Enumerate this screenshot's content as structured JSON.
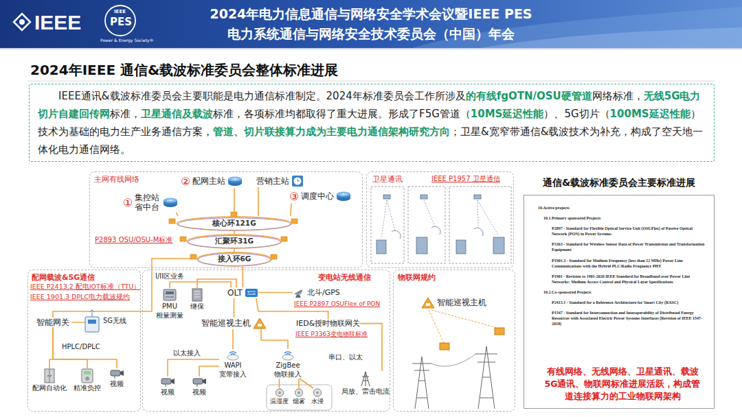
{
  "diagram": {
    "title": "2024年IEEE 通信&载波标准委员会整体标准进展",
    "nodes": [
      {
        "text": [
          "IEEE通讯&载波标准委员会主要职能是电力通信标准制定。2024年标准委员会工作所涉及",
          "的有线fgOTN/OSU硬管道",
          "网络标准，",
          "无线5G电力切片自建回传网",
          "标准，",
          "卫星通信及载波",
          "标准，各项标准均都取得了重大进展。形成了F5G管道（",
          "10MS延迟性能",
          "）、5G切片（",
          "100MS延迟性能",
          "）技术为基础的电力生产业务通信方案，",
          "管道、切片联接算力成为主要电力通信架构研究方向",
          "；卫星&宽窄带通信&载波技术为补充，构成了空天地一体化电力通信网络。"
        ]
      },
      {
        "text": [
          "主网有线网络"
        ]
      },
      {
        "text": [
          "①",
          "集控站 省中台"
        ],
        "in": 1
      },
      {
        "text": [
          "②",
          "配网主站"
        ],
        "in": 1
      },
      {
        "text": [
          "营销主站"
        ],
        "in": 1
      },
      {
        "text": [
          "③",
          "调度中心"
        ],
        "in": 1
      },
      {
        "text": [
          "核心环121G"
        ],
        "in": 1
      },
      {
        "text": [
          "汇聚环31G"
        ],
        "in": 1
      },
      {
        "text": [
          "接入环6G"
        ],
        "in": 1
      },
      {
        "text": [
          "卫星通讯"
        ]
      },
      {
        "text": [
          "配网载波&5G通信"
        ]
      },
      {
        "text": [
          "智能网关"
        ],
        "in": 10
      },
      {
        "text": [
          "配网自动化"
        ],
        "in": 10
      },
      {
        "text": [
          "精准负控"
        ],
        "in": 10
      },
      {
        "text": [
          "视频"
        ],
        "in": 10
      },
      {
        "text": [
          "变电站无线通信"
        ]
      },
      {
        "text": [
          "PMU",
          "相量测量"
        ],
        "in": 15
      },
      {
        "text": [
          "继保"
        ],
        "in": 15
      },
      {
        "text": [
          "OLT"
        ],
        "in": 15
      },
      {
        "text": [
          "北斗/GPS"
        ],
        "in": 15
      },
      {
        "text": [
          "智能巡视主机"
        ],
        "in": 15
      },
      {
        "text": [
          "IED&授时物联网关"
        ],
        "in": 15
      },
      {
        "text": [
          "WAPI",
          "宽带接入"
        ],
        "in": 15
      },
      {
        "text": [
          "ZigBee",
          "物联接入"
        ],
        "in": 15
      },
      {
        "text": [
          "视频"
        ],
        "in": 15
      },
      {
        "text": [
          "视频"
        ],
        "in": 15
      },
      {
        "text": [
          "温湿度"
        ],
        "in": 15
      },
      {
        "text": [
          "烟雾"
        ],
        "in": 15
      },
      {
        "text": [
          "水浸"
        ],
        "in": 15
      },
      {
        "text": [
          "局放、雷击电流"
        ],
        "in": 15
      },
      {
        "text": [
          "物联网规约"
        ]
      },
      {
        "text": [
          "智能巡视主机"
        ],
        "in": 30
      },
      {
        "text": [
          "通信&载波标准委员会主要标准进展",
          "10.Active projects",
          "10.1.Primary sponsored Projects",
          "P2897 - Standard for Flexible Optical Service Unit (OSUFlex) of Passive Optical Network (PON) in Power Systems",
          "P3363 - Standard for Wireless Sensor Data of Power Transmission and Transformation Equipment",
          "P1901.3 - Standard for Medium Frequency (less than 12 MHz) Power Line Communications with the Hybrid PLC/Radio Frequency PHY",
          "P1901 - Revision to 1901-2020 IEEE Standard for Broadband over Power Line Networks: Medium Access Control and Physical Layer Specifications",
          "10.2.Co-sponsored Projects",
          "P2413.1 - Standard for a Reference Architecture for Smart City (RASC)",
          "P1547 - Standard for Interconnection and Interoperability of Distributed Energy Resources with Associated Electric Power Systems Interfaces (Revision of IEEE 1547-2018)",
          "有线网络、无线网络、卫星通讯、载波5G通讯、物联网标准进展活跃，构成管道连接算力的工业物联网架构"
        ]
      }
    ],
    "edges": [
      {
        "from": 2,
        "to": 6,
        "arrow": "none"
      },
      {
        "from": 3,
        "to": 6,
        "arrow": "none"
      },
      {
        "from": 4,
        "to": 6,
        "arrow": "none"
      },
      {
        "from": 5,
        "to": 6,
        "arrow": "none"
      },
      {
        "from": 6,
        "to": 7,
        "arrow": "none"
      },
      {
        "from": 7,
        "to": 8,
        "arrow": "none"
      },
      {
        "from": 8,
        "to": 18,
        "arrow": "none"
      },
      {
        "from": 8,
        "to": 11,
        "arrow": "none"
      },
      {
        "from": 11,
        "to": 12,
        "arrow": "none"
      },
      {
        "from": 11,
        "to": 13,
        "arrow": "none"
      },
      {
        "from": 11,
        "to": 14,
        "arrow": "none"
      },
      {
        "from": 18,
        "to": 16,
        "arrow": "none"
      },
      {
        "from": 18,
        "to": 17,
        "arrow": "none"
      },
      {
        "from": 18,
        "to": 19,
        "arrow": "none"
      },
      {
        "from": 18,
        "to": 20,
        "arrow": "none"
      },
      {
        "from": 18,
        "to": 21,
        "arrow": "none"
      },
      {
        "from": 20,
        "to": 22,
        "arrow": "none"
      },
      {
        "from": 20,
        "to": 23,
        "arrow": "none"
      },
      {
        "from": 22,
        "to": 24,
        "arrow": "none"
      },
      {
        "from": 22,
        "to": 25,
        "arrow": "none"
      },
      {
        "from": 23,
        "to": 26,
        "arrow": "none"
      },
      {
        "from": 23,
        "to": 27,
        "arrow": "none"
      },
      {
        "from": 23,
        "to": 28,
        "arrow": "none"
      },
      {
        "from": 21,
        "to": 29,
        "arrow": "none"
      }
    ],
    "labels": [
      "IEEE",
      "IEEE",
      "PES",
      "Power & Energy Society®",
      "2024年电力信息通信与网络安全学术会议暨IEEE PES",
      "电力系统通信与网络安全技术委员会（中国）年会",
      "P2893 OSU/OSU-M标准",
      "IEEE P1957 卫星通信",
      "IEEE P2413.2 配电IOT标准（TTU）",
      "IEEE 1901.3 DPLC电力载波规约",
      "5G无线",
      "HPLC/DPLC",
      "I/II区业务",
      "IEEE P2897 OSUFlex of PON",
      "IEEE P3363变电物联标准",
      "以太接入",
      "串口、以太"
    ]
  }
}
